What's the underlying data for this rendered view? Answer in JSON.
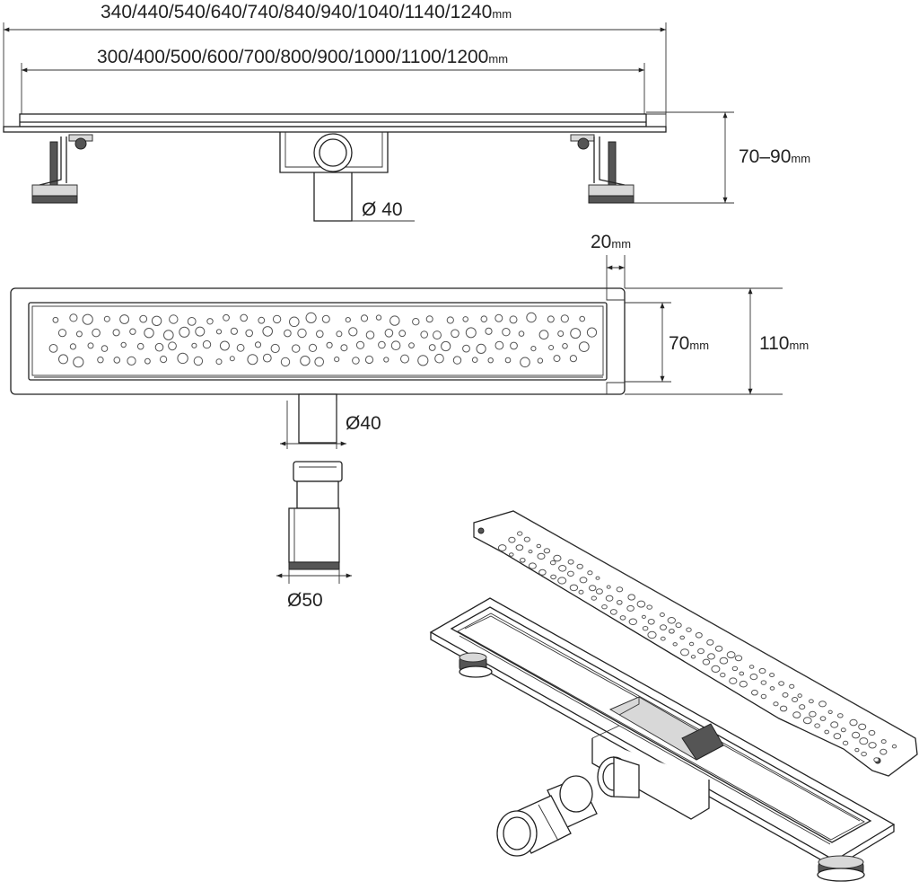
{
  "dimensions": {
    "outer_lengths": "340/440/540/640/740/840/940/1040/1140/1240",
    "outer_lengths_unit": "mm",
    "inner_lengths": "300/400/500/600/700/800/900/1000/1100/1200",
    "inner_lengths_unit": "mm",
    "height_range": "70–90",
    "height_unit": "mm",
    "outlet_side": "40",
    "flange_width": "20",
    "flange_unit": "mm",
    "grate_width": "70",
    "grate_unit": "mm",
    "total_width": "110",
    "total_unit": "mm",
    "outlet_top": "40",
    "adapter_bottom": "50"
  },
  "symbols": {
    "diameter": "Ø"
  }
}
